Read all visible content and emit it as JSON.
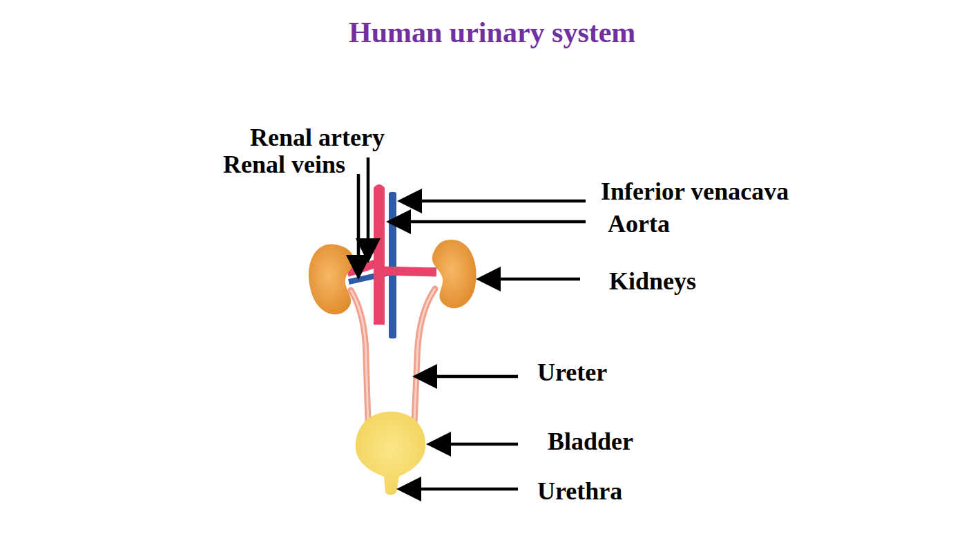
{
  "diagram": {
    "title": "Human urinary system",
    "labels": [
      "Renal artery",
      "Renal veins",
      "Inferior venacava",
      "Aorta",
      "Kidneys",
      "Ureter",
      "Bladder",
      "Urethra"
    ]
  }
}
